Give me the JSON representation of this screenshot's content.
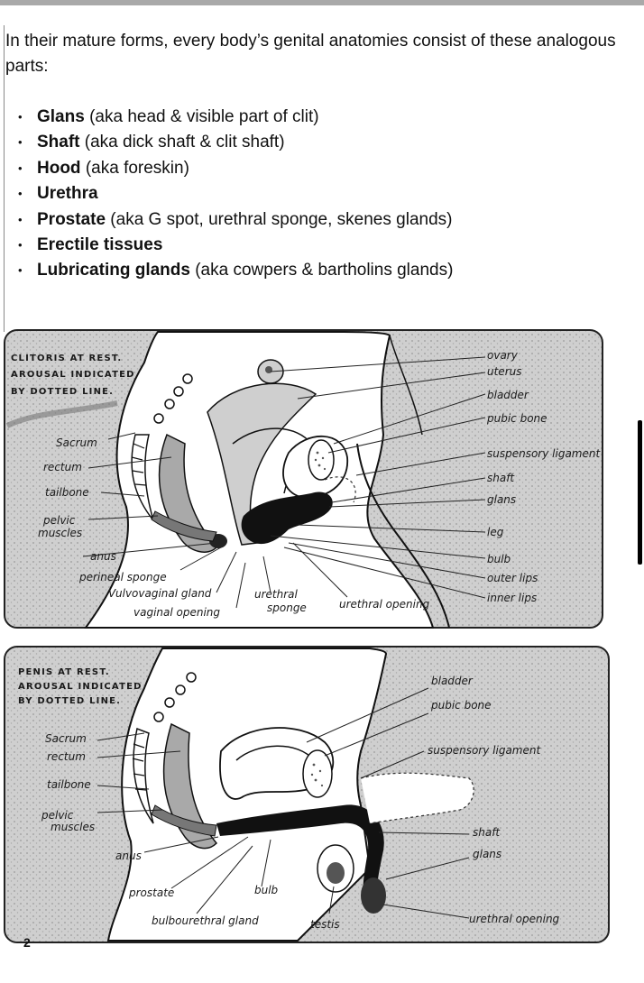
{
  "intro": "In their mature forms, every body’s genital anatomies consist of these analogous parts:",
  "parts": [
    {
      "term": "Glans",
      "note": " (aka head & visible part of clit)"
    },
    {
      "term": "Shaft",
      "note": " (aka dick shaft & clit shaft)"
    },
    {
      "term": "Hood",
      "note": " (aka foreskin)"
    },
    {
      "term": "Urethra",
      "note": ""
    },
    {
      "term": "Prostate",
      "note": " (aka G spot, urethral sponge, skenes glands)"
    },
    {
      "term": "Erectile tissues",
      "note": ""
    },
    {
      "term": "Lubricating glands",
      "note": " (aka cowpers & bartholins glands)"
    }
  ],
  "figure_clitoris": {
    "title_lines": [
      "CLITORIS AT REST.",
      "AROUSAL INDICATED",
      "BY DOTTED LINE."
    ],
    "labels": {
      "ovary": "ovary",
      "uterus": "uterus",
      "bladder": "bladder",
      "pubic_bone": "pubic bone",
      "suspensory_ligament": "suspensory ligament",
      "shaft": "shaft",
      "glans": "glans",
      "leg": "leg",
      "bulb": "bulb",
      "outer_lips": "outer lips",
      "inner_lips": "inner lips",
      "sacrum": "Sacrum",
      "rectum": "rectum",
      "tailbone": "tailbone",
      "pelvic_muscles_1": "pelvic",
      "pelvic_muscles_2": "muscles",
      "anus": "anus",
      "perineal_sponge": "perineal sponge",
      "vulvovaginal_gland": "Vulvovaginal gland",
      "vaginal_opening": "vaginal opening",
      "urethral_sponge_1": "urethral",
      "urethral_sponge_2": "sponge",
      "urethral_opening": "urethral opening"
    }
  },
  "figure_penis": {
    "title_lines": [
      "PENIS AT REST.",
      "AROUSAL INDICATED",
      "BY DOTTED LINE."
    ],
    "labels": {
      "bladder": "bladder",
      "pubic_bone": "pubic bone",
      "suspensory_ligament": "suspensory ligament",
      "shaft": "shaft",
      "glans": "glans",
      "urethral_opening": "urethral opening",
      "sacrum": "Sacrum",
      "rectum": "rectum",
      "tailbone": "tailbone",
      "pelvic_muscles_1": "pelvic",
      "pelvic_muscles_2": "muscles",
      "anus": "anus",
      "prostate": "prostate",
      "bulb": "bulb",
      "bulbourethral_gland": "bulbourethral gland",
      "testis": "testis"
    }
  },
  "page_number": "2"
}
